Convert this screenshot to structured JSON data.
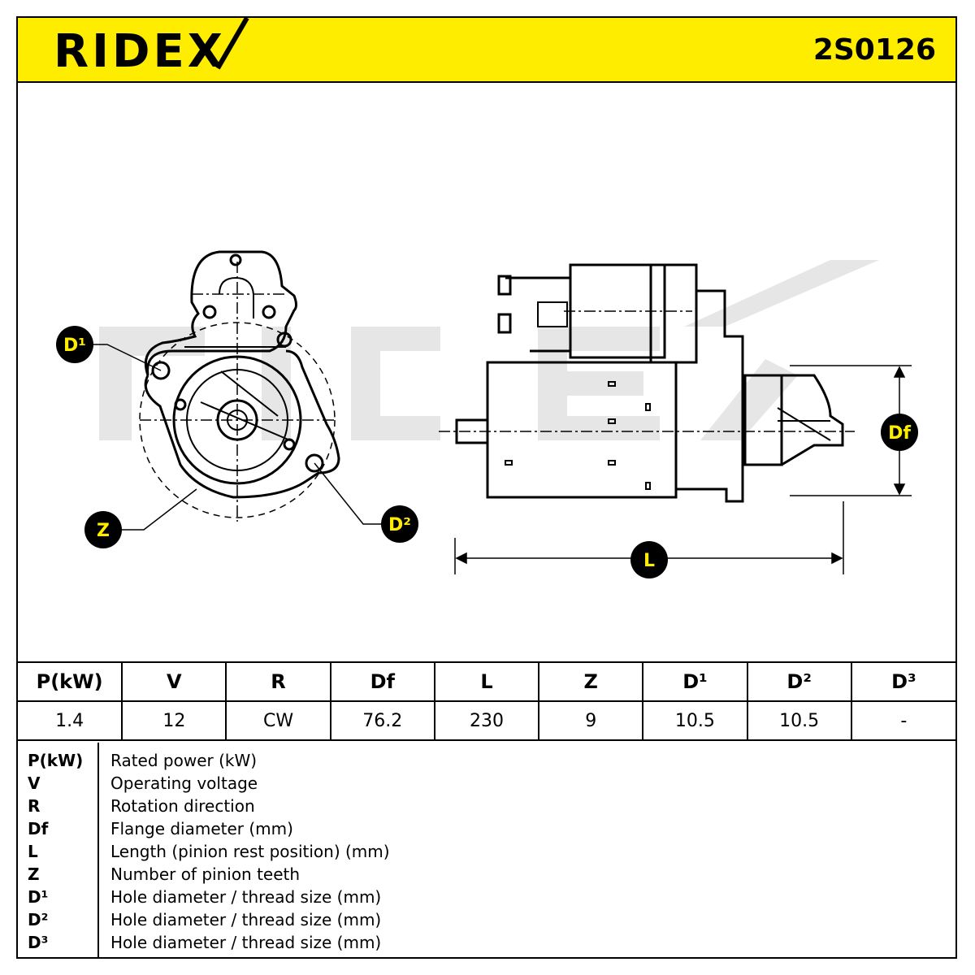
{
  "header": {
    "brand": "RIDEX",
    "part_number": "2S0126",
    "brand_color": "#ffed00"
  },
  "callouts": {
    "d1": "D¹",
    "d2": "D²",
    "z": "Z",
    "df": "Df",
    "l": "L"
  },
  "specs": {
    "headers": [
      "P(kW)",
      "V",
      "R",
      "Df",
      "L",
      "Z",
      "D¹",
      "D²",
      "D³"
    ],
    "values": [
      "1.4",
      "12",
      "CW",
      "76.2",
      "230",
      "9",
      "10.5",
      "10.5",
      "-"
    ]
  },
  "legend": [
    {
      "key": "P(kW)",
      "desc": "Rated power (kW)"
    },
    {
      "key": "V",
      "desc": "Operating voltage"
    },
    {
      "key": "R",
      "desc": "Rotation direction"
    },
    {
      "key": "Df",
      "desc": "Flange diameter (mm)"
    },
    {
      "key": "L",
      "desc": "Length (pinion rest position) (mm)"
    },
    {
      "key": "Z",
      "desc": "Number of pinion teeth"
    },
    {
      "key": "D¹",
      "desc": "Hole diameter / thread size (mm)"
    },
    {
      "key": "D²",
      "desc": "Hole diameter / thread size (mm)"
    },
    {
      "key": "D³",
      "desc": "Hole diameter / thread size (mm)"
    }
  ]
}
